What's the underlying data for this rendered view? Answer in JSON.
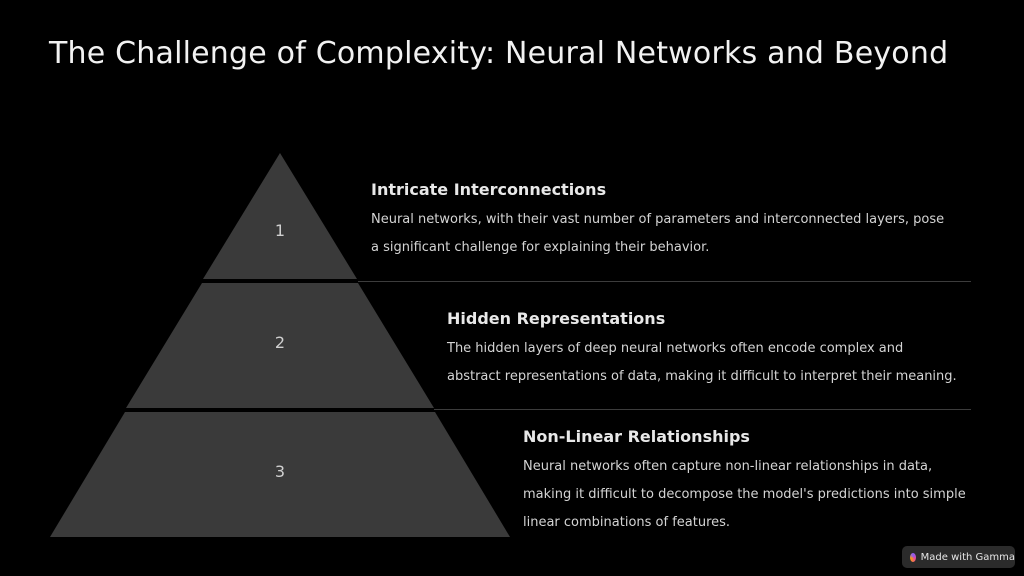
{
  "slide": {
    "title": "The Challenge of Complexity: Neural Networks and Beyond"
  },
  "pyramid": {
    "tiers": [
      {
        "number": "1",
        "heading": "Intricate Interconnections",
        "body": "Neural networks, with their vast number of parameters and interconnected layers, pose a significant challenge for explaining their behavior."
      },
      {
        "number": "2",
        "heading": "Hidden Representations",
        "body": "The hidden layers of deep neural networks often encode complex and abstract representations of data, making it difficult to interpret their meaning."
      },
      {
        "number": "3",
        "heading": "Non-Linear Relationships",
        "body": "Neural networks often capture non-linear relationships in data, making it difficult to decompose the model's predictions into simple linear combinations of features."
      }
    ],
    "fill_color": "#3a3a3a"
  },
  "badge": {
    "label": "Made with Gamma",
    "icon": "gamma-logo-icon"
  }
}
